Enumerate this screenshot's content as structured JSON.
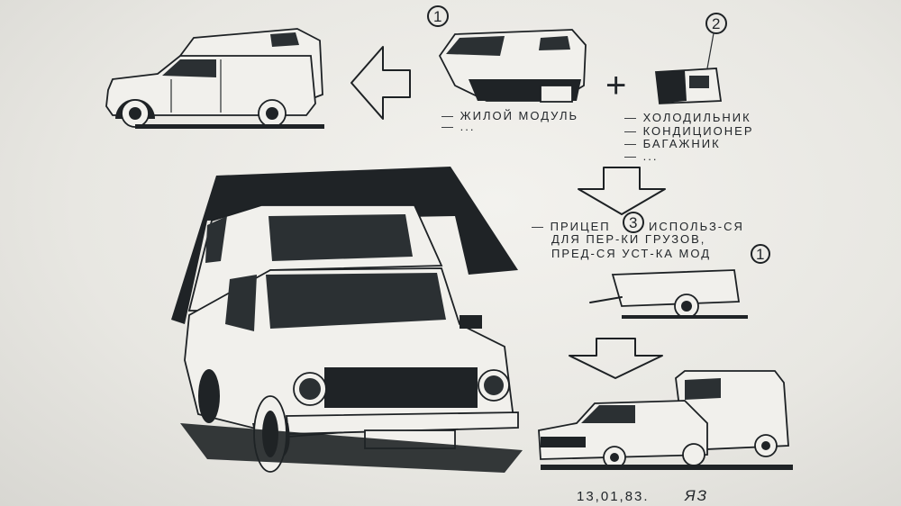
{
  "annotations": {
    "module_1_number": "1",
    "module_2_number": "2",
    "trailer_number": "3",
    "plus_sign": "+",
    "module_1_labels": [
      "— ЖИЛОЙ МОДУЛЬ",
      "— ..."
    ],
    "module_2_labels": [
      "— ХОЛОДИЛЬНИК",
      "— КОНДИЦИОНЕР",
      "— БАГАЖНИК",
      "— ..."
    ],
    "trailer_note": {
      "line1_prefix": "— ПРИЦЕП",
      "line1_suffix": "ИСПОЛЬЗ-СЯ",
      "line2": "ДЛЯ ПЕР-КИ ГРУЗОВ,",
      "line3": "ПРЕД-СЯ УСТ-КА МОД",
      "line3_ref": "1"
    },
    "date": "13,01,83.",
    "signature": "ЯЗ"
  }
}
